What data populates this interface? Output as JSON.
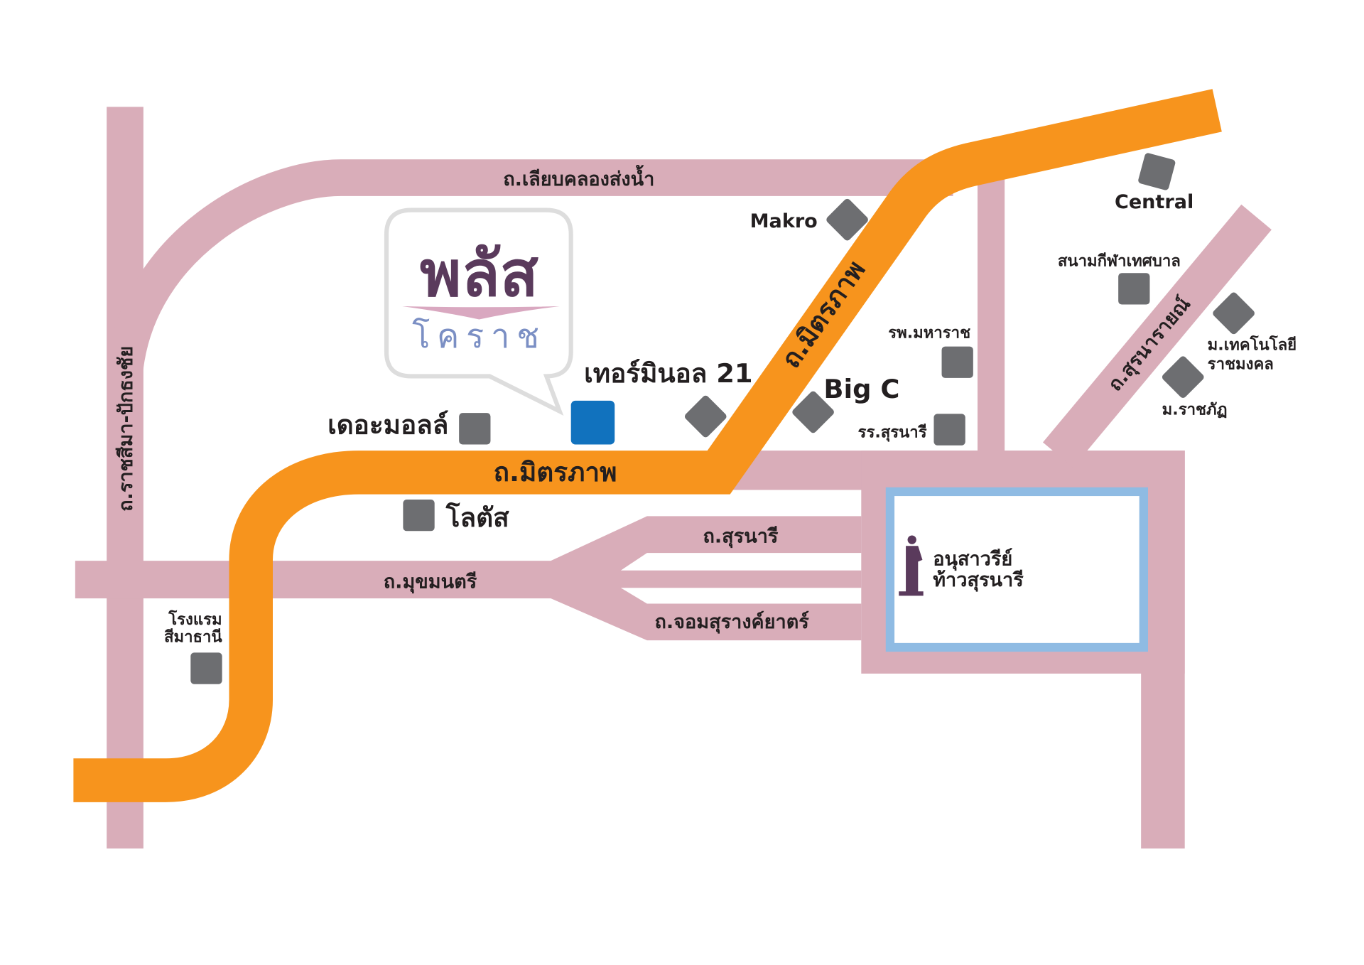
{
  "colors": {
    "minor_road": "#d9adb9",
    "main_road": "#f7941d",
    "landmark": "#6d6e71",
    "terminal": "#1172be",
    "monument_border": "#8fbbe3",
    "logo_purple": "#5a3a5c",
    "logo_blue": "#7b8fc4"
  },
  "logo": {
    "title": "พลัส",
    "subtitle": "โคราช"
  },
  "roads": {
    "top": "ถ.เลียบคลองส่งน้ำ",
    "left": "ถ.ราชสีมา-ปักธงชัย",
    "mittraphap_diag": "ถ.มิตรภาพ",
    "mittraphap_main": "ถ.มิตรภาพ",
    "mukkhamontri": "ถ.มุขมนตรี",
    "suranari": "ถ.สุรนารี",
    "jomsurang": "ถ.จอมสุรางค์ยาตร์",
    "suranarai": "ถ.สุรนารายณ์"
  },
  "places": {
    "terminal": "เทอร์มินอล 21",
    "mall": "เดอะมอลล์",
    "lotus": "โลตัส",
    "makro": "Makro",
    "bigc": "Big C",
    "central": "Central",
    "stadium": "สนามกีฬาเทศบาล",
    "hospital": "รพ.มหาราช",
    "school": "รร.สุรนารี",
    "rmut_1": "ม.เทคโนโลยี",
    "rmut_2": "ราชมงคล",
    "rajabhat": "ม.ราชภัฏ",
    "hotel_1": "โรงแรม",
    "hotel_2": "สีมาธานี",
    "monument_1": "อนุสาวรีย์",
    "monument_2": "ท้าวสุรนารี"
  }
}
